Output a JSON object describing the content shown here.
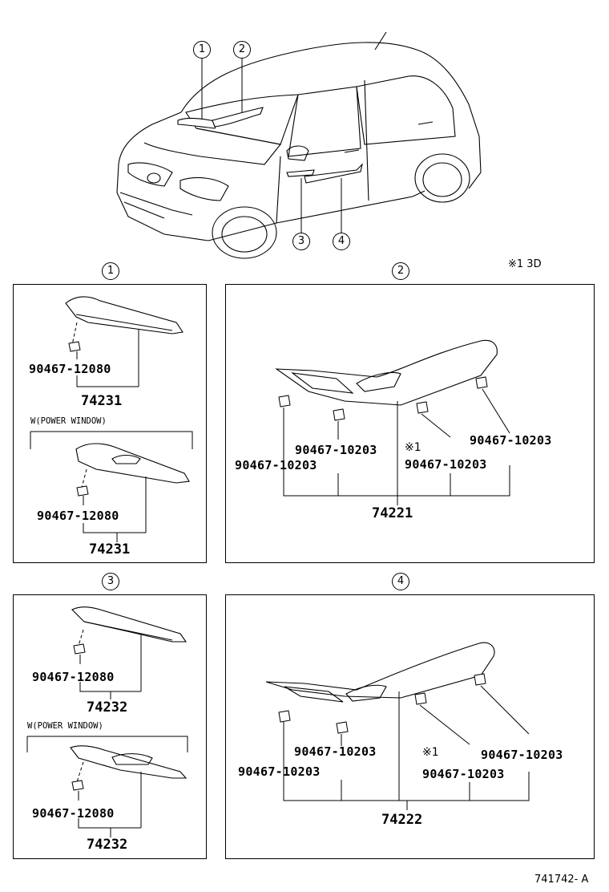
{
  "callouts": {
    "c1": "1",
    "c2": "2",
    "c3": "3",
    "c4": "4"
  },
  "notes": {
    "legend": "※1 3D",
    "power_window": "W(POWER WINDOW)",
    "mark1": "※1"
  },
  "parts": {
    "clip_a": "90467-12080",
    "clip_b": "90467-10203",
    "garnish_74231": "74231",
    "garnish_74232": "74232",
    "panel_74221": "74221",
    "panel_74222": "74222"
  },
  "figure_ref": "741742- A"
}
